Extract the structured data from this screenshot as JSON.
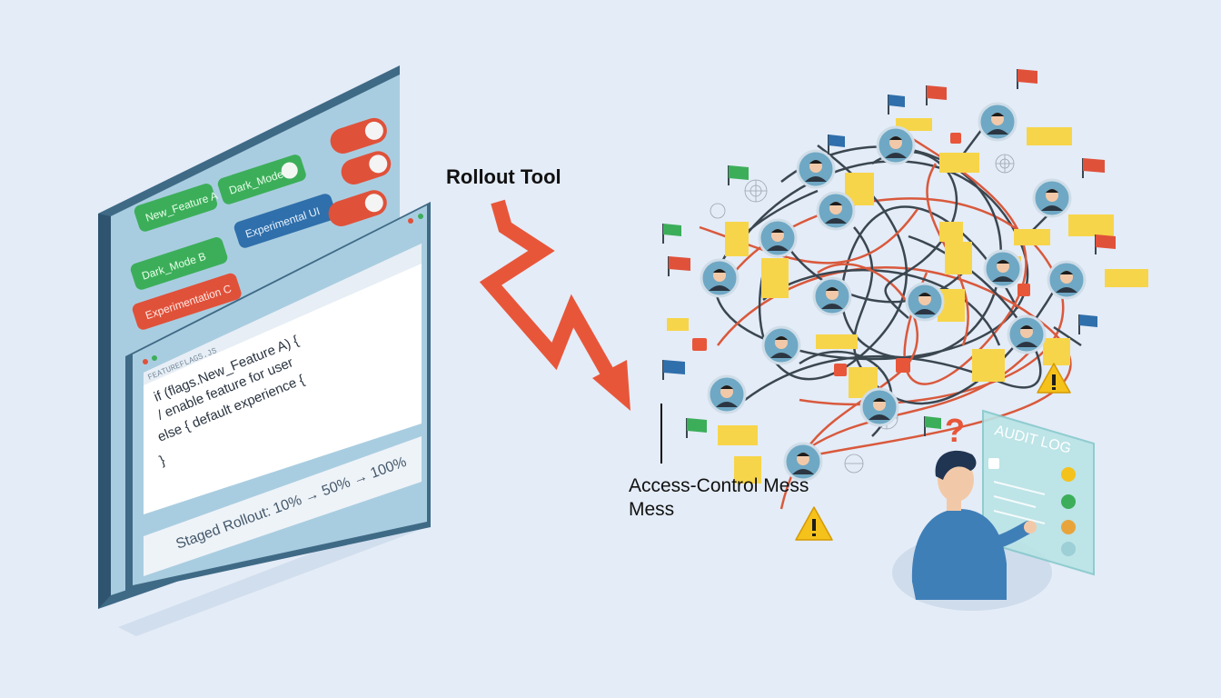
{
  "flags_panel": {
    "toggles": [
      {
        "label": "New_Feature A",
        "state": "on",
        "color": "#3cae5a"
      },
      {
        "label": "Dark_Mode",
        "state": "on",
        "color": "#3cae5a"
      },
      {
        "label": "Experimental UI",
        "state": "on",
        "color": "#2f6fab"
      },
      {
        "label": "Dark_Mode B",
        "state": "on",
        "color": "#3cae5a"
      },
      {
        "label": "Experimentation C",
        "state": "off",
        "color": "#e0513a"
      }
    ],
    "switches": [
      "off",
      "off",
      "off"
    ]
  },
  "code_window": {
    "tab_label": "FEATUREFLAGS.JS",
    "lines": [
      "if (flags.New_Feature A) {",
      "/ enable feature for user",
      "else { default experience {",
      "}"
    ],
    "rollout_label": "Staged Rollout: 10% → 50% → 100%"
  },
  "labels": {
    "rollout_tool": "Rollout Tool",
    "access_control_line1": "Access-Control Mess",
    "access_control_line2": "Mess"
  },
  "audit_panel": {
    "title": "AUDIT LOG"
  },
  "colors": {
    "background": "#e4ecf7",
    "arrow": "#e8563a",
    "panel_frame": "#3f6a86",
    "panel_face": "#a9cde0",
    "warning": "#f5c21c",
    "sticky_note": "#f7d54a"
  },
  "icons": [
    "toggle-switch-icon",
    "zigzag-arrow-icon",
    "user-avatar-icon",
    "flag-icon",
    "sticky-note-icon",
    "warning-icon",
    "question-mark-icon",
    "spider-web-icon",
    "lock-icon",
    "person-icon"
  ]
}
